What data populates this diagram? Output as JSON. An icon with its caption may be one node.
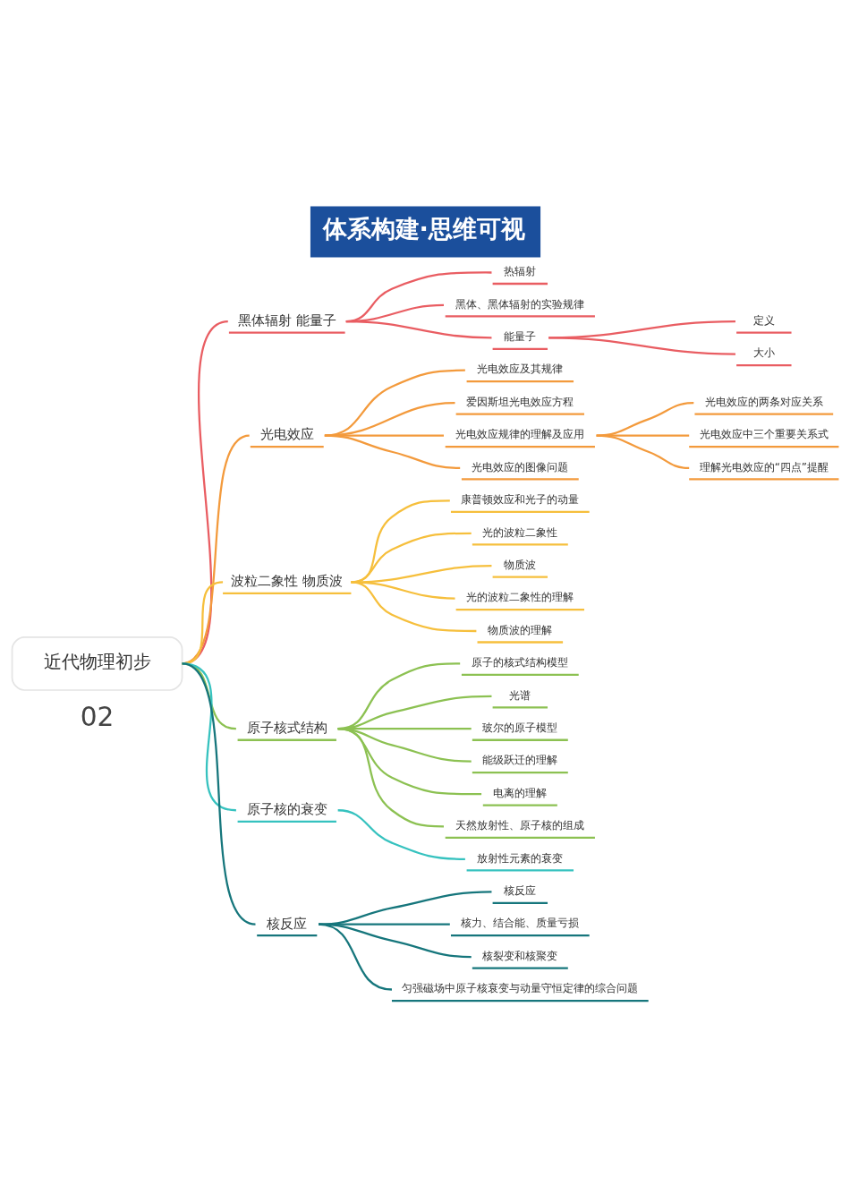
{
  "diagram": {
    "title": "体系构建·思维可视",
    "nodes": [
      {
        "text": [
          "近代物理初步"
        ]
      },
      {
        "text": [
          "黑体辐射 能量子"
        ]
      },
      {
        "text": [
          "热辐射"
        ]
      },
      {
        "text": [
          "黑体、黑体辐射的实验规律"
        ]
      },
      {
        "text": [
          "能量子"
        ]
      },
      {
        "text": [
          "定义"
        ]
      },
      {
        "text": [
          "大小"
        ]
      },
      {
        "text": [
          "光电效应"
        ]
      },
      {
        "text": [
          "光电效应及其规律"
        ]
      },
      {
        "text": [
          "爱因斯坦光电效应方程"
        ]
      },
      {
        "text": [
          "光电效应规律的理解及应用"
        ]
      },
      {
        "text": [
          "光电效应的两条对应关系"
        ]
      },
      {
        "text": [
          "光电效应中三个重要关系式"
        ]
      },
      {
        "text": [
          "理解光电效应的“四点”提醒"
        ]
      },
      {
        "text": [
          "光电效应的图像问题"
        ]
      },
      {
        "text": [
          "波粒二象性 物质波"
        ]
      },
      {
        "text": [
          "康普顿效应和光子的动量"
        ]
      },
      {
        "text": [
          "光的波粒二象性"
        ]
      },
      {
        "text": [
          "物质波"
        ]
      },
      {
        "text": [
          "光的波粒二象性的理解"
        ]
      },
      {
        "text": [
          "物质波的理解"
        ]
      },
      {
        "text": [
          "原子核式结构"
        ]
      },
      {
        "text": [
          "原子的核式结构模型"
        ]
      },
      {
        "text": [
          "光谱"
        ]
      },
      {
        "text": [
          "玻尔的原子模型"
        ]
      },
      {
        "text": [
          "能级跃迁的理解"
        ]
      },
      {
        "text": [
          "电离的理解"
        ]
      },
      {
        "text": [
          "天然放射性、原子核的组成"
        ]
      },
      {
        "text": [
          "原子核的衰变"
        ]
      },
      {
        "text": [
          "放射性元素的衰变"
        ]
      },
      {
        "text": [
          "核反应"
        ]
      },
      {
        "text": [
          "核反应"
        ]
      },
      {
        "text": [
          "核力、结合能、质量亏损"
        ]
      },
      {
        "text": [
          "核裂变和核聚变"
        ]
      },
      {
        "text": [
          "匀强磁场中原子核衰变与动量守恒定律的综合问题"
        ]
      }
    ],
    "edges": [
      {
        "from": 0,
        "to": 1,
        "arrow": "none",
        "color": "#e95d62"
      },
      {
        "from": 1,
        "to": 2,
        "arrow": "none",
        "color": "#e95d62"
      },
      {
        "from": 1,
        "to": 3,
        "arrow": "none",
        "color": "#e95d62"
      },
      {
        "from": 1,
        "to": 4,
        "arrow": "none",
        "color": "#e95d62"
      },
      {
        "from": 4,
        "to": 5,
        "arrow": "none",
        "color": "#e95d62"
      },
      {
        "from": 4,
        "to": 6,
        "arrow": "none",
        "color": "#e95d62"
      },
      {
        "from": 0,
        "to": 7,
        "arrow": "none",
        "color": "#f39a3c"
      },
      {
        "from": 7,
        "to": 8,
        "arrow": "none",
        "color": "#f39a3c"
      },
      {
        "from": 7,
        "to": 9,
        "arrow": "none",
        "color": "#f39a3c"
      },
      {
        "from": 7,
        "to": 10,
        "arrow": "none",
        "color": "#f39a3c"
      },
      {
        "from": 10,
        "to": 11,
        "arrow": "none",
        "color": "#f39a3c"
      },
      {
        "from": 10,
        "to": 12,
        "arrow": "none",
        "color": "#f39a3c"
      },
      {
        "from": 10,
        "to": 13,
        "arrow": "none",
        "color": "#f39a3c"
      },
      {
        "from": 7,
        "to": 14,
        "arrow": "none",
        "color": "#f39a3c"
      },
      {
        "from": 0,
        "to": 15,
        "arrow": "none",
        "color": "#f6bf3c"
      },
      {
        "from": 15,
        "to": 16,
        "arrow": "none",
        "color": "#f6bf3c"
      },
      {
        "from": 15,
        "to": 17,
        "arrow": "none",
        "color": "#f6bf3c"
      },
      {
        "from": 15,
        "to": 18,
        "arrow": "none",
        "color": "#f6bf3c"
      },
      {
        "from": 15,
        "to": 19,
        "arrow": "none",
        "color": "#f6bf3c"
      },
      {
        "from": 15,
        "to": 20,
        "arrow": "none",
        "color": "#f6bf3c"
      },
      {
        "from": 0,
        "to": 21,
        "arrow": "none",
        "color": "#8cc152"
      },
      {
        "from": 21,
        "to": 22,
        "arrow": "none",
        "color": "#8cc152"
      },
      {
        "from": 21,
        "to": 23,
        "arrow": "none",
        "color": "#8cc152"
      },
      {
        "from": 21,
        "to": 24,
        "arrow": "none",
        "color": "#8cc152"
      },
      {
        "from": 21,
        "to": 25,
        "arrow": "none",
        "color": "#8cc152"
      },
      {
        "from": 21,
        "to": 26,
        "arrow": "none",
        "color": "#8cc152"
      },
      {
        "from": 21,
        "to": 27,
        "arrow": "none",
        "color": "#8cc152"
      },
      {
        "from": 0,
        "to": 28,
        "arrow": "none",
        "color": "#36c2bf"
      },
      {
        "from": 28,
        "to": 29,
        "arrow": "none",
        "color": "#36c2bf"
      },
      {
        "from": 0,
        "to": 30,
        "arrow": "none",
        "color": "#16767c"
      },
      {
        "from": 30,
        "to": 31,
        "arrow": "none",
        "color": "#16767c"
      },
      {
        "from": 30,
        "to": 32,
        "arrow": "none",
        "color": "#16767c"
      },
      {
        "from": 30,
        "to": 33,
        "arrow": "none",
        "color": "#16767c"
      },
      {
        "from": 30,
        "to": 34,
        "arrow": "none",
        "color": "#16767c"
      }
    ],
    "labels": [
      "02"
    ]
  }
}
